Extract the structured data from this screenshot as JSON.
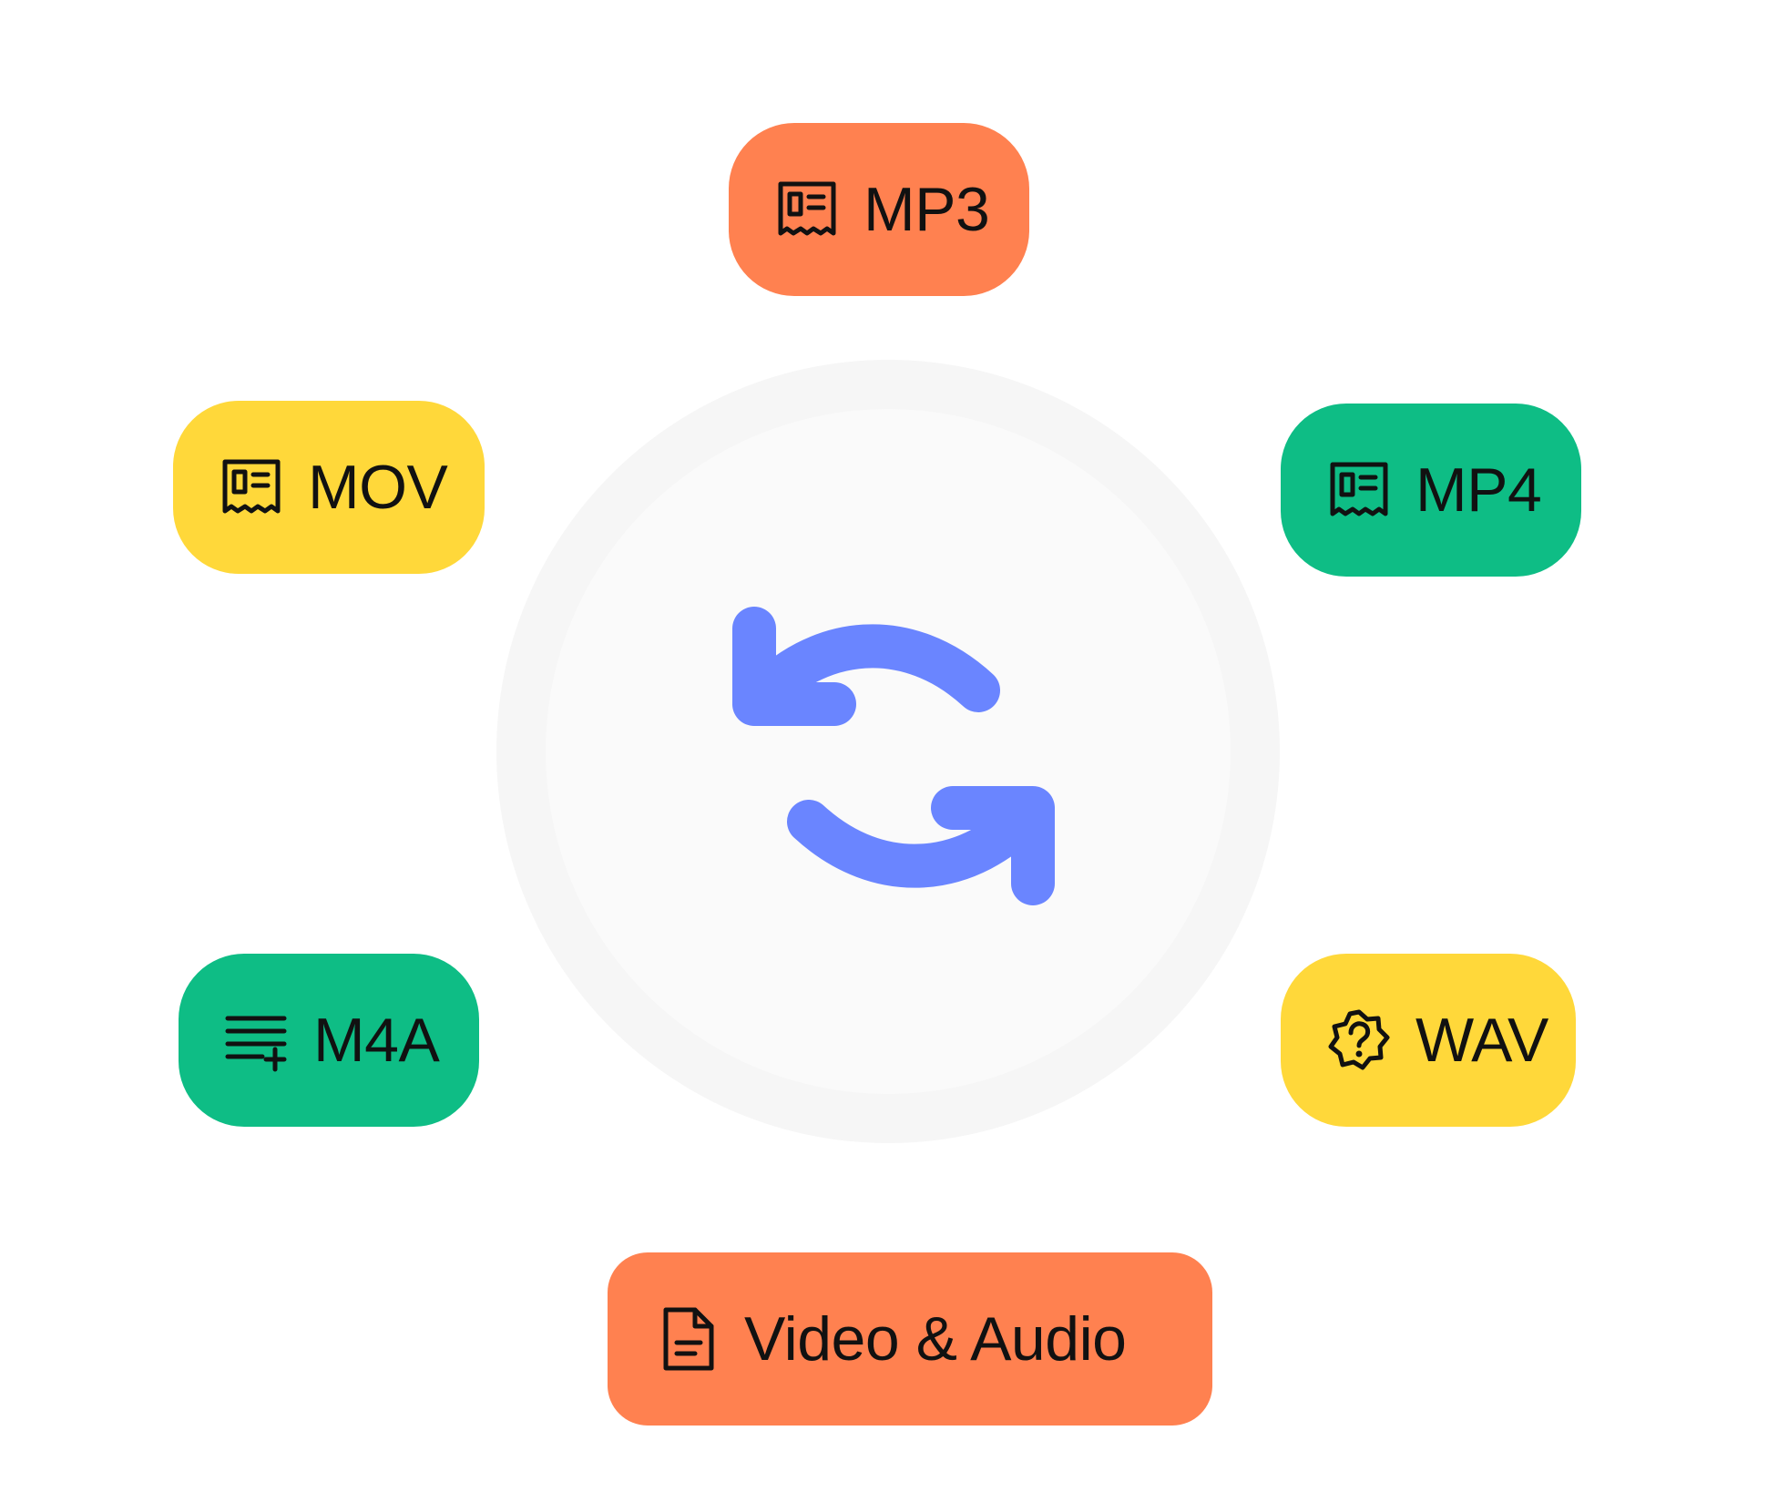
{
  "center": {
    "icon": "sync-arrows-icon",
    "icon_color": "#6a85ff",
    "ring_color": "#f6f6f6",
    "inner_color": "#fafafa"
  },
  "formats": [
    {
      "label": "MP3",
      "icon": "receipt-document-icon",
      "color": "#ff8150"
    },
    {
      "label": "MOV",
      "icon": "receipt-document-icon",
      "color": "#ffd83a"
    },
    {
      "label": "MP4",
      "icon": "receipt-document-icon",
      "color": "#0ebd85"
    },
    {
      "label": "M4A",
      "icon": "playlist-add-icon",
      "color": "#0ebd85"
    },
    {
      "label": "WAV",
      "icon": "help-badge-icon",
      "color": "#ffd83a"
    },
    {
      "label": "Video & Audio",
      "icon": "file-text-icon",
      "color": "#ff8150"
    }
  ]
}
